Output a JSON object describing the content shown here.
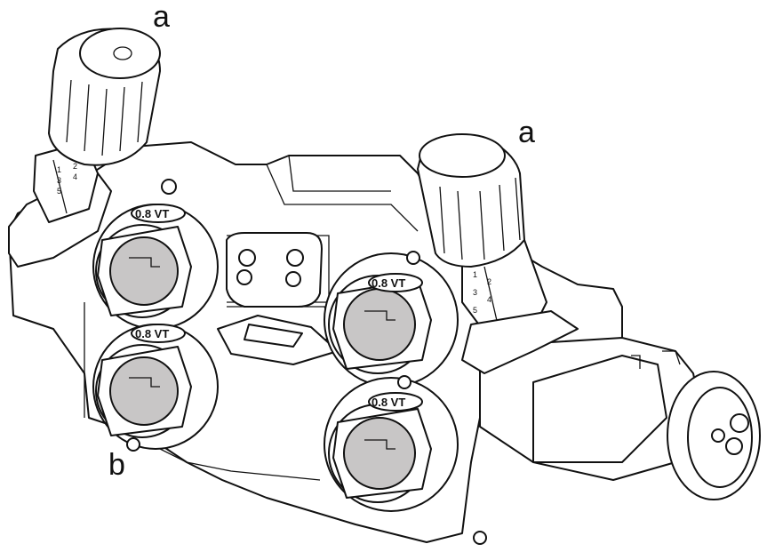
{
  "callouts": {
    "a_left": "a",
    "a_right": "a",
    "b": "b"
  },
  "rolls": [
    {
      "label": "0.8 VT"
    },
    {
      "label": "0.8 VT"
    },
    {
      "label": "0.8 VT"
    },
    {
      "label": "0.8 VT"
    }
  ],
  "pressure_scale_left": [
    "1",
    "2",
    "3",
    "4",
    "5"
  ],
  "pressure_scale_right": [
    "1",
    "2",
    "3",
    "4",
    "5"
  ],
  "colors": {
    "line": "#111111",
    "background": "#ffffff",
    "roll_cap_fill": "#c8c6c6"
  }
}
